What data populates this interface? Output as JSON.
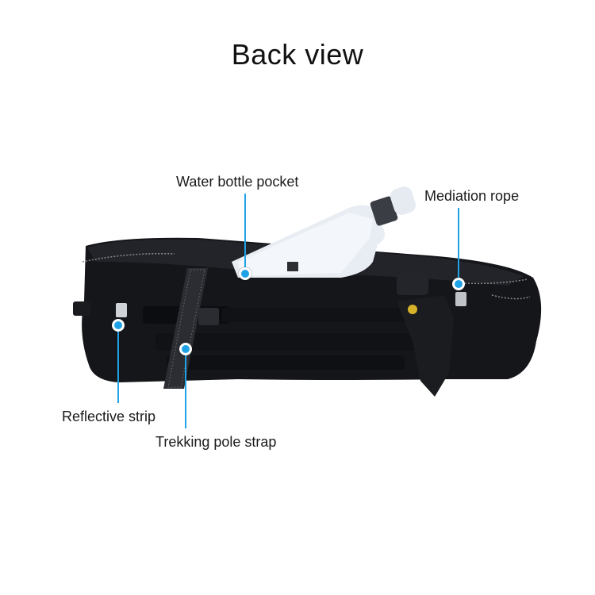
{
  "title": "Back view",
  "accent_color": "#1fa3e6",
  "callouts": {
    "water_bottle_pocket": "Water bottle pocket",
    "mediation_rope": "Mediation rope",
    "reflective_strip": "Reflective strip",
    "trekking_pole_strap": "Trekking pole strap"
  },
  "photo": {
    "subject": "black waist belt bag with folded trekking poles and a soft water bottle"
  }
}
